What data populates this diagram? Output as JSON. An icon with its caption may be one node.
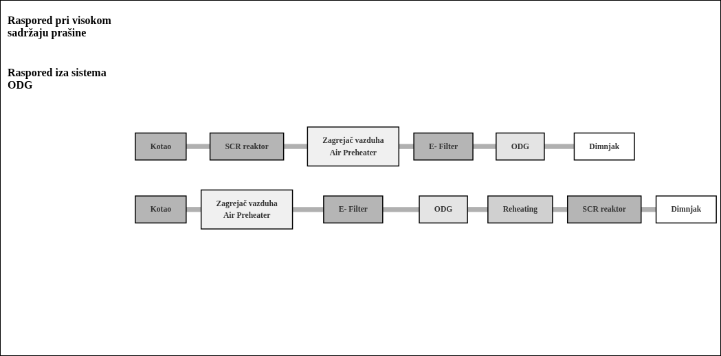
{
  "diagram": {
    "nodes": [
      {
        "text": [
          "Kotao"
        ]
      },
      {
        "text": [
          "SCR reaktor"
        ]
      },
      {
        "text": [
          "Zagrejač vazduha",
          "Air Preheater"
        ]
      },
      {
        "text": [
          "E- Filter"
        ]
      },
      {
        "text": [
          "ODG"
        ]
      },
      {
        "text": [
          "Dimnjak"
        ]
      },
      {
        "text": [
          "Kotao"
        ]
      },
      {
        "text": [
          "Zagrejač vazduha",
          "Air Preheater"
        ]
      },
      {
        "text": [
          "E- Filter"
        ]
      },
      {
        "text": [
          "ODG"
        ]
      },
      {
        "text": [
          "Reheating"
        ]
      },
      {
        "text": [
          "SCR reaktor"
        ]
      },
      {
        "text": [
          "Dimnjak"
        ]
      }
    ],
    "edges": [
      {
        "from": 0,
        "to": 1,
        "arrow": "none"
      },
      {
        "from": 1,
        "to": 2,
        "arrow": "none"
      },
      {
        "from": 2,
        "to": 3,
        "arrow": "none"
      },
      {
        "from": 3,
        "to": 4,
        "arrow": "none"
      },
      {
        "from": 4,
        "to": 5,
        "arrow": "none"
      },
      {
        "from": 6,
        "to": 7,
        "arrow": "none"
      },
      {
        "from": 7,
        "to": 8,
        "arrow": "none"
      },
      {
        "from": 8,
        "to": 9,
        "arrow": "none"
      },
      {
        "from": 9,
        "to": 10,
        "arrow": "none"
      },
      {
        "from": 10,
        "to": 11,
        "arrow": "none"
      },
      {
        "from": 11,
        "to": 12,
        "arrow": "none"
      }
    ],
    "labels": [
      "Raspored pri visokom sadržaju prašine",
      "Raspored iza sistema ODG"
    ]
  }
}
